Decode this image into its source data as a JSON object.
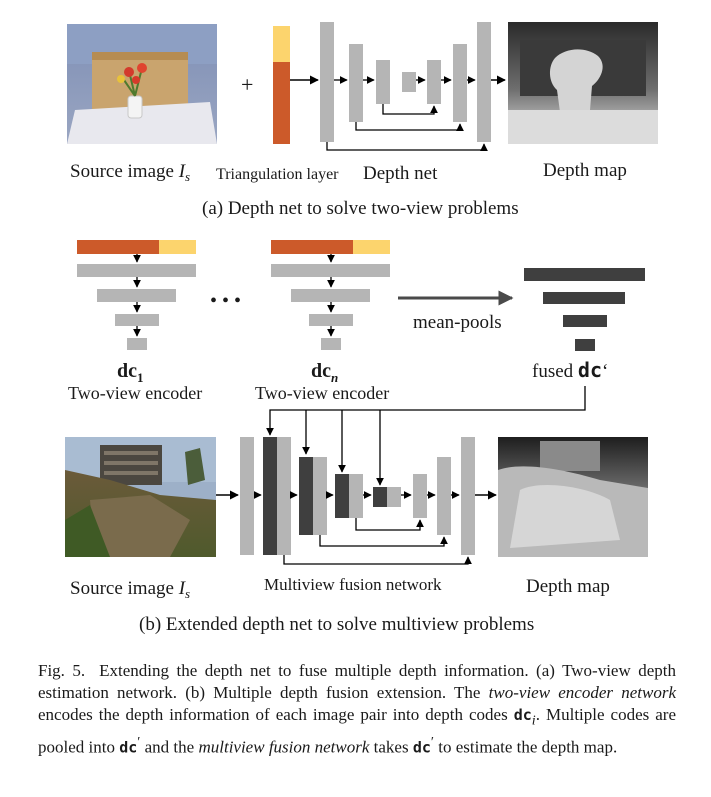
{
  "panel_a": {
    "source_label_text": "Source image ",
    "source_label_var": "I",
    "source_label_sub": "s",
    "plus_sign": "+",
    "triangulation_label": "Triangulation layer",
    "depth_net_label": "Depth net",
    "depth_map_label": "Depth map",
    "subcaption": "(a) Depth net to solve two-view problems"
  },
  "panel_b": {
    "encoder1_code": "dc",
    "encoder1_sub": "1",
    "encoder1_label": "Two-view encoder",
    "ellipsis": "•   •   •",
    "encoder_n_code": "dc",
    "encoder_n_sub": "n",
    "encoder_n_label": "Two-view encoder",
    "mean_pools_label": "mean-pools",
    "fused_prefix": "fused ",
    "fused_code": "dc",
    "fused_prime": "‘",
    "source_label_text": "Source image ",
    "source_label_var": "I",
    "source_label_sub": "s",
    "fusion_net_label": "Multiview fusion network",
    "depth_map_label": "Depth map",
    "subcaption": "(b) Extended depth net to solve multiview problems"
  },
  "colors": {
    "orange": "#cc5a2a",
    "yellow": "#fcd46d",
    "light_gray": "#b5b5b5",
    "dark_gray": "#3f3f3f",
    "arrow": "#000000"
  },
  "caption": {
    "fig_number": "Fig. 5.",
    "t1": "Extending the depth net to fuse multiple depth information. (a) Two-view depth estimation network. (b) Multiple depth fusion extension. The ",
    "t2": "two-view encoder network",
    "t3": " encodes the depth information of each image pair into depth codes ",
    "t4": "dc",
    "t5": "i",
    "t6": ". Multiple codes are pooled into ",
    "t7": "dc",
    "t8": "′",
    "t9": " and the ",
    "t10": "multiview fusion network",
    "t11": " takes ",
    "t12": "dc",
    "t13": "′",
    "t14": " to estimate the depth map."
  }
}
